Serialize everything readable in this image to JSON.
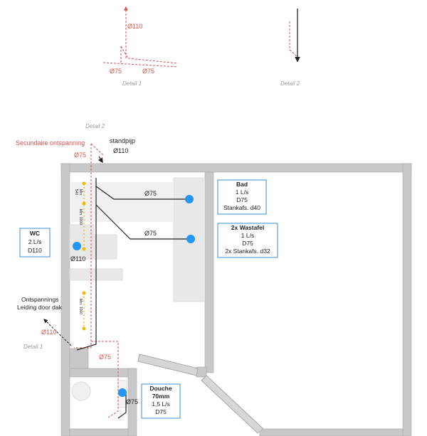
{
  "colors": {
    "drain_red": "#d9534f",
    "pipe_black": "#222222",
    "fixture_blue": "#2196f3",
    "box_border": "#3a8fd6",
    "wall_gray": "#c8c8c8",
    "marker_yellow": "#f2b705"
  },
  "details": {
    "detail1": {
      "caption": "Detail 1",
      "dia_vertical": "Ø110",
      "dia_left": "Ø75",
      "dia_right": "Ø75"
    },
    "detail2": {
      "caption": "Detail 2"
    }
  },
  "plan": {
    "detail2_ref": "Detail 2",
    "detail1_ref": "Detail 1",
    "secundaire": "Secundaire ontspanning",
    "secundaire_dia": "Ø75",
    "standpijp": "standpijp",
    "standpijp_dia": "Ø110",
    "bad_pipe_dia": "Ø75",
    "wastafel_pipe_dia": "Ø75",
    "wc_dia": "Ø110",
    "ontspanning_line1": "Ontspannings",
    "ontspanning_line2": "Leiding door dak",
    "ontspanning_dia": "Ø110",
    "douche_pipe_dia": "Ø75",
    "douche_dia": "Ø75",
    "min_label_1a": "Min.",
    "min_label_1b": "540",
    "min_label_2": "Min. 1000",
    "min_label_3": "Min. 1000"
  },
  "boxes": {
    "bad": {
      "title": "Bad",
      "lines": [
        "1 L/s",
        "D75",
        "Stankafs. d40"
      ]
    },
    "wastafel": {
      "title": "2x Wastafel",
      "lines": [
        "1 L/s",
        "D75",
        "2x Stankafs. d32"
      ]
    },
    "wc": {
      "title": "WC",
      "lines": [
        "2 L/s",
        "D110"
      ]
    },
    "douche": {
      "title": "Douche",
      "title2": "70mm",
      "lines": [
        "1,5 L/s",
        "D75"
      ]
    }
  }
}
